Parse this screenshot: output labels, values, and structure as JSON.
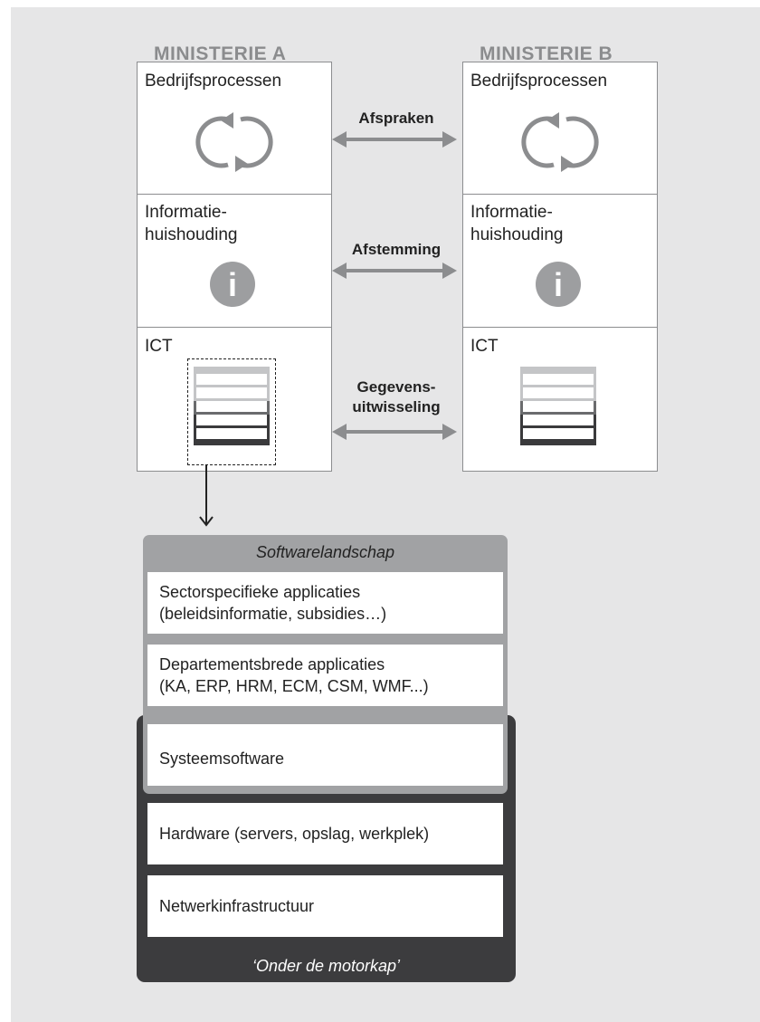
{
  "ministry_a": {
    "title": "MINISTERIE A",
    "layers": [
      "Bedrijfsprocessen",
      "Informatie-",
      "huishouding",
      "ICT"
    ],
    "info_icon": "i"
  },
  "ministry_b": {
    "title": "MINISTERIE B",
    "layers": [
      "Bedrijfsprocessen",
      "Informatie-",
      "huishouding",
      "ICT"
    ],
    "info_icon": "i"
  },
  "links": {
    "afspraken": "Afspraken",
    "afstemming": "Afstemming",
    "gegevens_1": "Gegevens-",
    "gegevens_2": "uitwisseling"
  },
  "software": {
    "title": "Softwarelandschap",
    "sector_1": "Sectorspecifieke applicaties",
    "sector_2": "(beleidsinformatie, subsidies…)",
    "dept_1": "Departementsbrede applicaties",
    "dept_2": "(KA, ERP, HRM, ECM, CSM, WMF...)",
    "system": "Systeemsoftware",
    "hardware": "Hardware (servers, opslag, werkplek)",
    "network": "Netwerkinfrastructuur",
    "footer": "‘Onder de motorkap’"
  },
  "colors": {
    "background": "#e6e6e7",
    "mid_gray": "#a1a2a4",
    "dark_gray": "#3c3c3e",
    "arrow": "#8c8d8f"
  },
  "icons": [
    "cycle-icon",
    "info-icon",
    "software-stack-icon",
    "double-arrow-icon",
    "down-arrow-icon"
  ]
}
